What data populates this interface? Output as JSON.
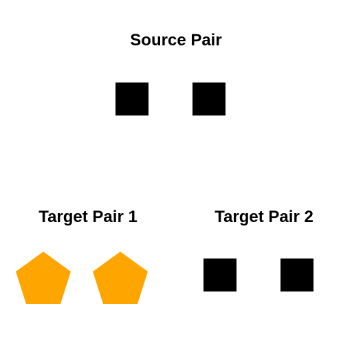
{
  "source": {
    "title": "Source Pair",
    "shapes": [
      {
        "shape": "square",
        "color": "#000000"
      },
      {
        "shape": "square",
        "color": "#000000"
      }
    ]
  },
  "target1": {
    "title": "Target Pair 1",
    "shapes": [
      {
        "shape": "pentagon",
        "color": "#FFA500"
      },
      {
        "shape": "pentagon",
        "color": "#FFA500"
      }
    ]
  },
  "target2": {
    "title": "Target Pair 2",
    "shapes": [
      {
        "shape": "square",
        "color": "#000000"
      },
      {
        "shape": "square",
        "color": "#000000"
      }
    ]
  }
}
